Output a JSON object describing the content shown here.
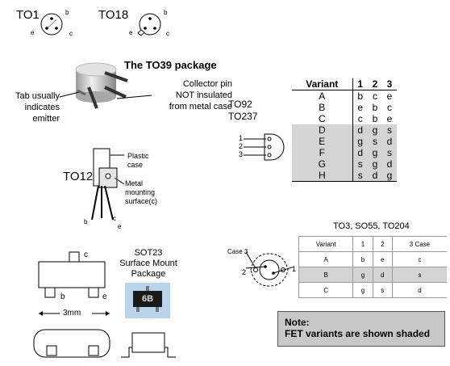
{
  "to1": {
    "name": "TO1",
    "pins": [
      "b",
      "e",
      "c"
    ]
  },
  "to18": {
    "name": "TO18",
    "pins": [
      "b",
      "e",
      "c"
    ]
  },
  "to39": {
    "title": "The TO39 package",
    "collector_note": [
      "Collector pin",
      "NOT insulated",
      "from metal case"
    ],
    "tab_note": [
      "Tab usually",
      "indicates",
      "emitter"
    ]
  },
  "to126": {
    "name": "TO126",
    "plastic_case": [
      "Plastic",
      "case"
    ],
    "metal_surface": [
      "Metal",
      "mounting",
      "surface(c)"
    ],
    "pins": [
      "b",
      "c",
      "e"
    ]
  },
  "sot23": {
    "title": [
      "SOT23",
      "Surface Mount",
      "Package"
    ],
    "chip_marking": "6B",
    "pins": [
      "c",
      "b",
      "e"
    ],
    "dimension": "3mm"
  },
  "to92": {
    "names": [
      "TO92",
      "TO237"
    ],
    "pins": [
      "1",
      "2",
      "3"
    ]
  },
  "variant_table": {
    "headers": [
      "Variant",
      "1",
      "2",
      "3"
    ],
    "rows": [
      {
        "cells": [
          "A",
          "b",
          "c",
          "e"
        ],
        "shaded": false
      },
      {
        "cells": [
          "B",
          "e",
          "b",
          "c"
        ],
        "shaded": false
      },
      {
        "cells": [
          "C",
          "c",
          "b",
          "e"
        ],
        "shaded": false
      },
      {
        "cells": [
          "D",
          "d",
          "g",
          "s"
        ],
        "shaded": true
      },
      {
        "cells": [
          "E",
          "g",
          "s",
          "d"
        ],
        "shaded": true
      },
      {
        "cells": [
          "F",
          "d",
          "g",
          "s"
        ],
        "shaded": true
      },
      {
        "cells": [
          "G",
          "s",
          "g",
          "d"
        ],
        "shaded": true
      },
      {
        "cells": [
          "H",
          "s",
          "d",
          "g"
        ],
        "shaded": true
      }
    ]
  },
  "to3": {
    "title": "TO3, SO55, TO204",
    "labels": {
      "case": "Case 3",
      "pin1": "1",
      "pin2": "2"
    },
    "headers": [
      "Variant",
      "1",
      "2",
      "3 Case"
    ],
    "rows": [
      {
        "cells": [
          "A",
          "b",
          "e",
          "c"
        ],
        "shaded": false
      },
      {
        "cells": [
          "B",
          "g",
          "d",
          "s"
        ],
        "shaded": true
      },
      {
        "cells": [
          "C",
          "g",
          "s",
          "d"
        ],
        "shaded": false
      }
    ]
  },
  "note": {
    "heading": "Note:",
    "text": "FET variants are shown shaded"
  }
}
